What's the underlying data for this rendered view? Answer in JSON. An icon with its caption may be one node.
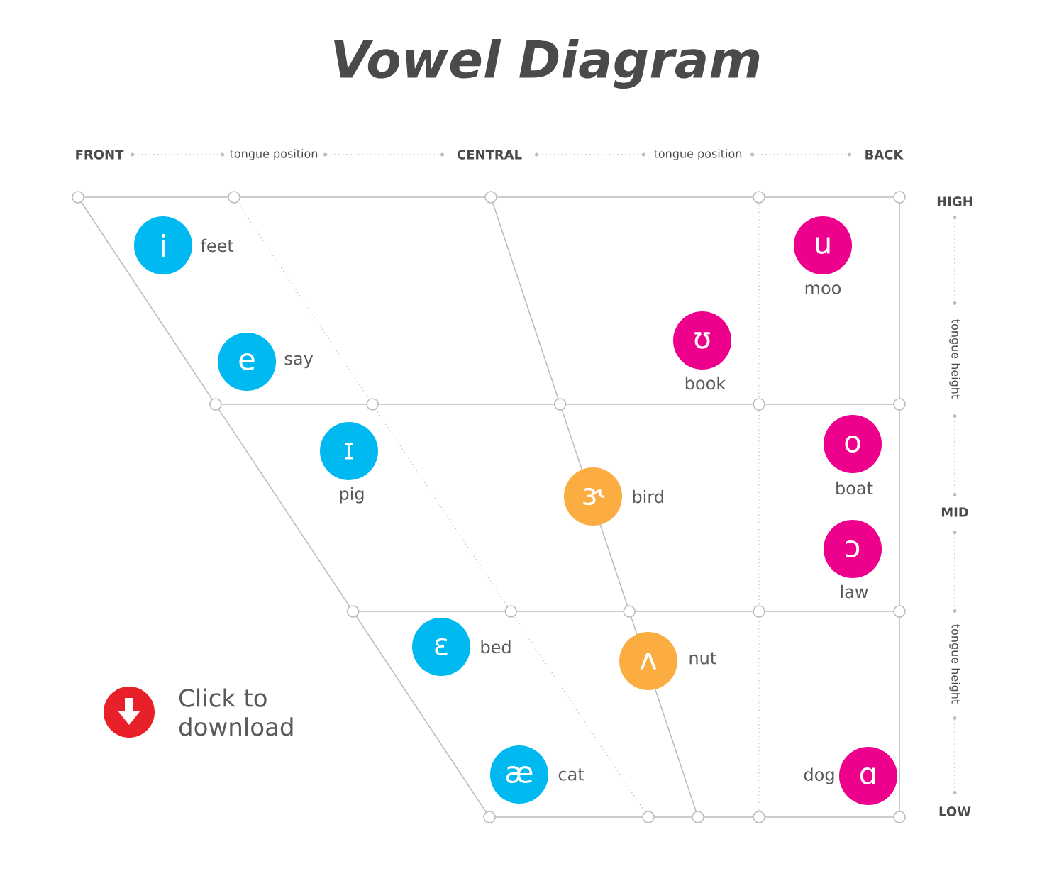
{
  "diagram": {
    "title": "Vowel Diagram",
    "nodes": [
      {
        "text": [
          "i"
        ],
        "beside": [
          "feet"
        ]
      },
      {
        "text": [
          "u"
        ],
        "beside": [
          "moo"
        ]
      },
      {
        "text": [
          "e"
        ],
        "beside": [
          "say"
        ]
      },
      {
        "text": [
          "ʊ"
        ],
        "beside": [
          "book"
        ]
      },
      {
        "text": [
          "ɪ"
        ],
        "beside": [
          "pig"
        ]
      },
      {
        "text": [
          "o"
        ],
        "beside": [
          "boat"
        ]
      },
      {
        "text": [
          "ɝ"
        ],
        "beside": [
          "bird"
        ]
      },
      {
        "text": [
          "ɔ"
        ],
        "beside": [
          "law"
        ]
      },
      {
        "text": [
          "ɛ"
        ],
        "beside": [
          "bed"
        ]
      },
      {
        "text": [
          "ʌ"
        ],
        "beside": [
          "nut"
        ]
      },
      {
        "text": [
          "æ"
        ],
        "beside": [
          "cat"
        ]
      },
      {
        "text": [
          "ɑ"
        ],
        "beside": [
          "dog"
        ]
      }
    ],
    "labels": [
      "FRONT",
      "tongue position",
      "CENTRAL",
      "tongue position",
      "BACK",
      "HIGH",
      "tongue height",
      "MID",
      "tongue height",
      "LOW",
      "Click to download"
    ]
  }
}
